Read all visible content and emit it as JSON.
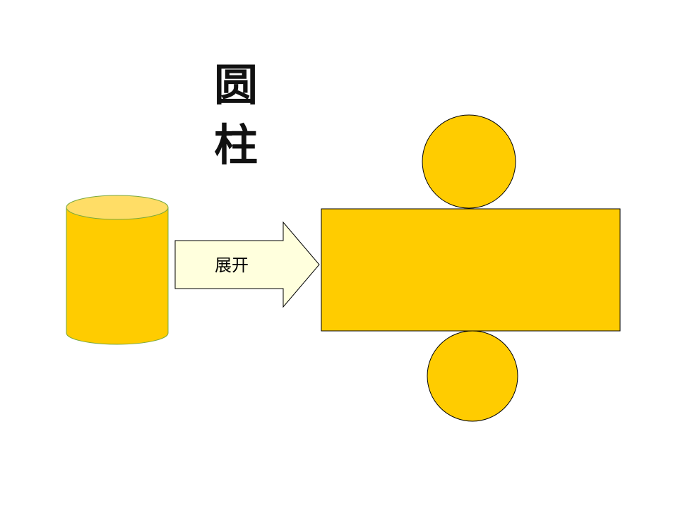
{
  "title": {
    "line1": "圆",
    "line2": "柱"
  },
  "arrow": {
    "label": "展开"
  },
  "colors": {
    "shape_fill": "#ffcc00",
    "cylinder_top_fill": "#ffdd66",
    "cylinder_stroke": "#7aa83c",
    "arrow_fill": "#ffffdd",
    "outline": "#000000",
    "background": "#ffffff"
  }
}
